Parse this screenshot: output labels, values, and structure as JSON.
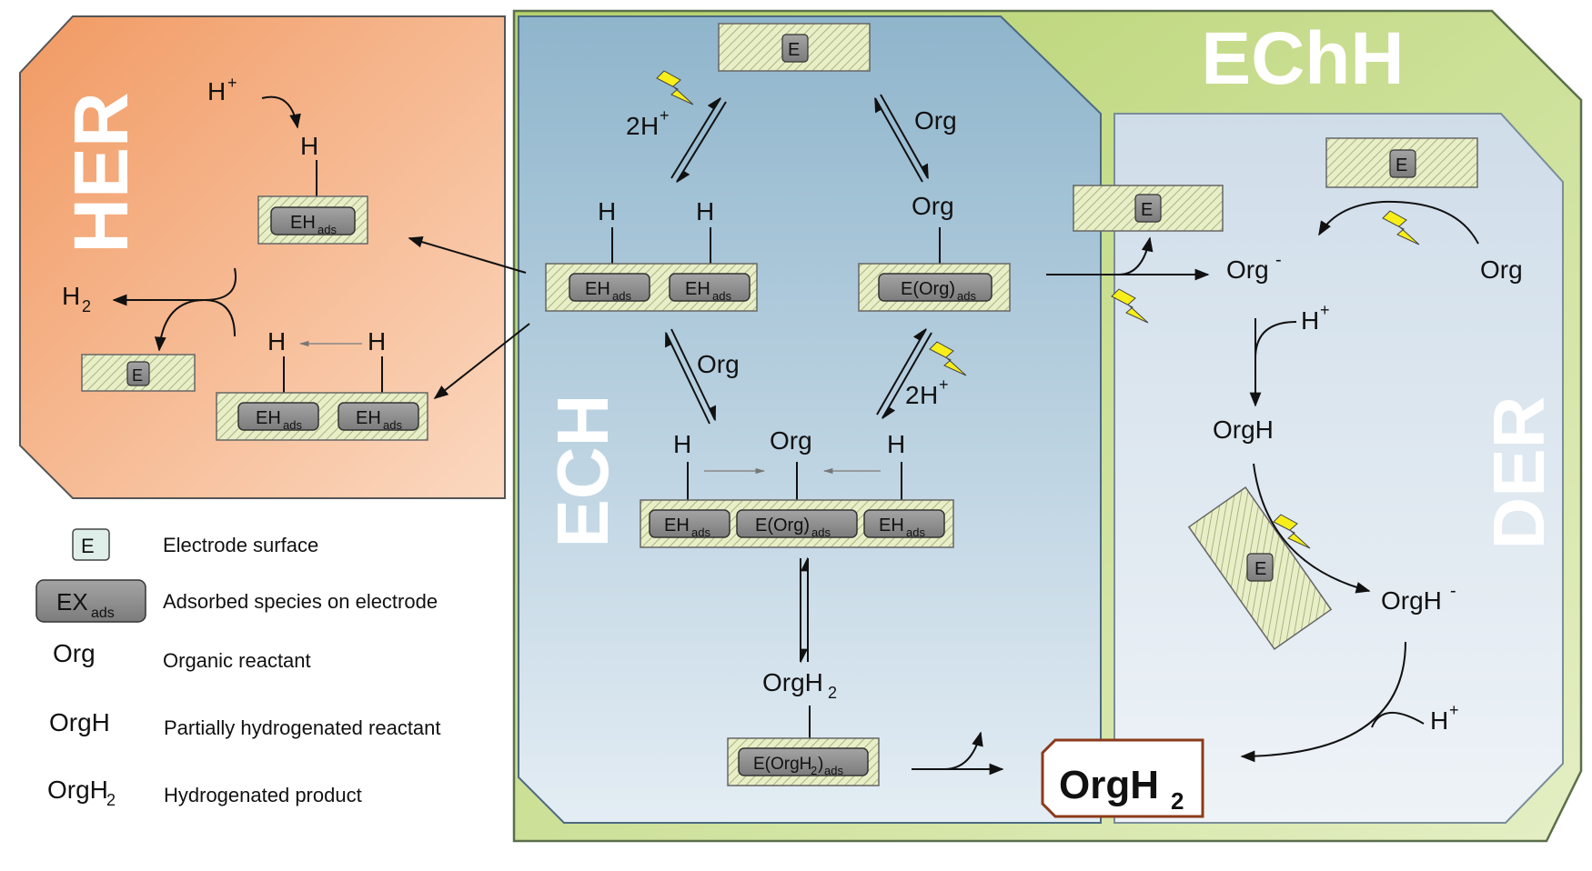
{
  "regions": {
    "her": "HER",
    "echh": "EChH",
    "ech": "ECH",
    "der": "DER"
  },
  "labels": {
    "electrode": "E",
    "eh": "EH",
    "ads": "ads",
    "h": "H",
    "h2_h": "H",
    "h2_sub": "2",
    "hplus_h": "H",
    "plus": "+",
    "minus": "-",
    "two": "2",
    "org": "Org",
    "orgh": "OrgH",
    "orgh2_base": "OrgH",
    "e_org": "E(Org)",
    "e_orgh2_pre": "E(OrgH",
    "e_orgh2_post": ")",
    "product_base": "OrgH",
    "product_sub": "2"
  },
  "legend": [
    {
      "symbol": "E",
      "text": "Electrode surface"
    },
    {
      "symbol": "EX",
      "symbol_sub": "ads",
      "text": "Adsorbed species on electrode"
    },
    {
      "symbol": "Org",
      "text": "Organic reactant"
    },
    {
      "symbol": "OrgH",
      "text": "Partially hydrogenated reactant"
    },
    {
      "symbol": "OrgH",
      "symbol_sub": "2",
      "text": "Hydrogenated product"
    }
  ],
  "colors": {
    "her_bg": "#f2a97c",
    "echh_bg": "#c6dc86",
    "ech_bg": "#9dbfd3",
    "der_bg": "#d6e4ee",
    "electrode_fill": "#e6ecc4",
    "ads_fill": "#8c8c8c",
    "bolt": "#f7ee1a"
  }
}
